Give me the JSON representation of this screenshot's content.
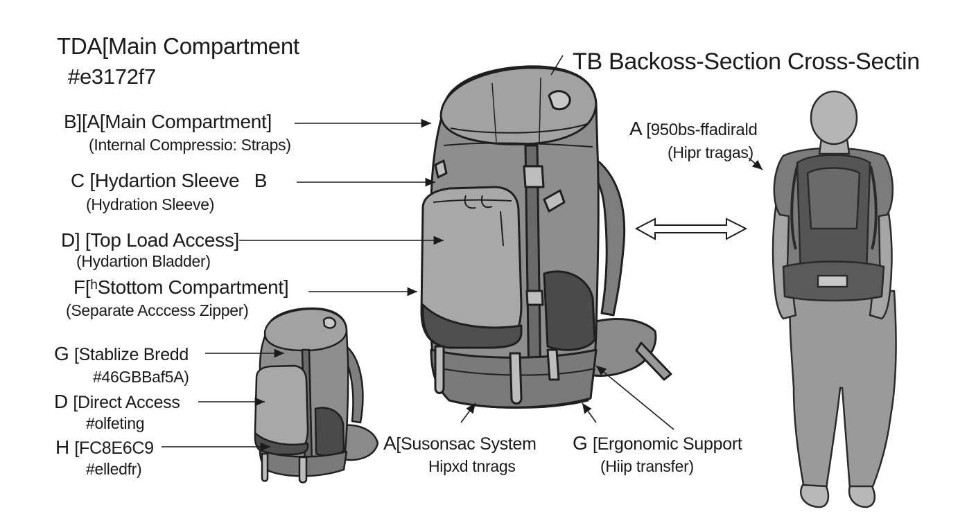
{
  "header_left": {
    "line1": "TDA[Main Compartment",
    "line2": "#e3172f7"
  },
  "header_right": "TB Backoss-Section Cross-Sectin",
  "labels_left": [
    {
      "letter": "B",
      "title": "][A[Main Compartment]",
      "sub": "(Internal Compressio: Straps)"
    },
    {
      "letter": "C",
      "title": "[Hydartion Sleeve",
      "extra": "B",
      "sub": "(Hydration Sleeve)"
    },
    {
      "letter": "D",
      "title": "] [Top Load Access]",
      "sub": "(Hydartion Bladder)"
    },
    {
      "letter": "F",
      "title": "[ʰStottom Compartment]",
      "sub": "(Separate Acccess Zipper)"
    }
  ],
  "labels_small": [
    {
      "letter": "G",
      "title": "[Stablize Bredd",
      "sub": "#46GBBaf5A)"
    },
    {
      "letter": "D",
      "title": "[Direct Access",
      "sub": "#olfeting"
    },
    {
      "letter": "H",
      "title": "[FC8E6C9",
      "sub": "#elledfr)"
    }
  ],
  "labels_bottom": [
    {
      "letter": "A",
      "title": "[Susonsac System",
      "sub": "Hipxd tnrags"
    },
    {
      "letter": "G",
      "title": "[Ergonomic Support",
      "sub": "(Hiip transfer)"
    }
  ],
  "label_person": {
    "letter": "A",
    "title": "[950bs-ffadirald",
    "sub": "(Hipr tragas)"
  },
  "colors": {
    "ink": "#1a1a1a",
    "pack_body": "#8e8e8e",
    "pack_dark": "#4e4e4e",
    "pack_light": "#a6a6a6",
    "person": "#9a9a9a"
  }
}
